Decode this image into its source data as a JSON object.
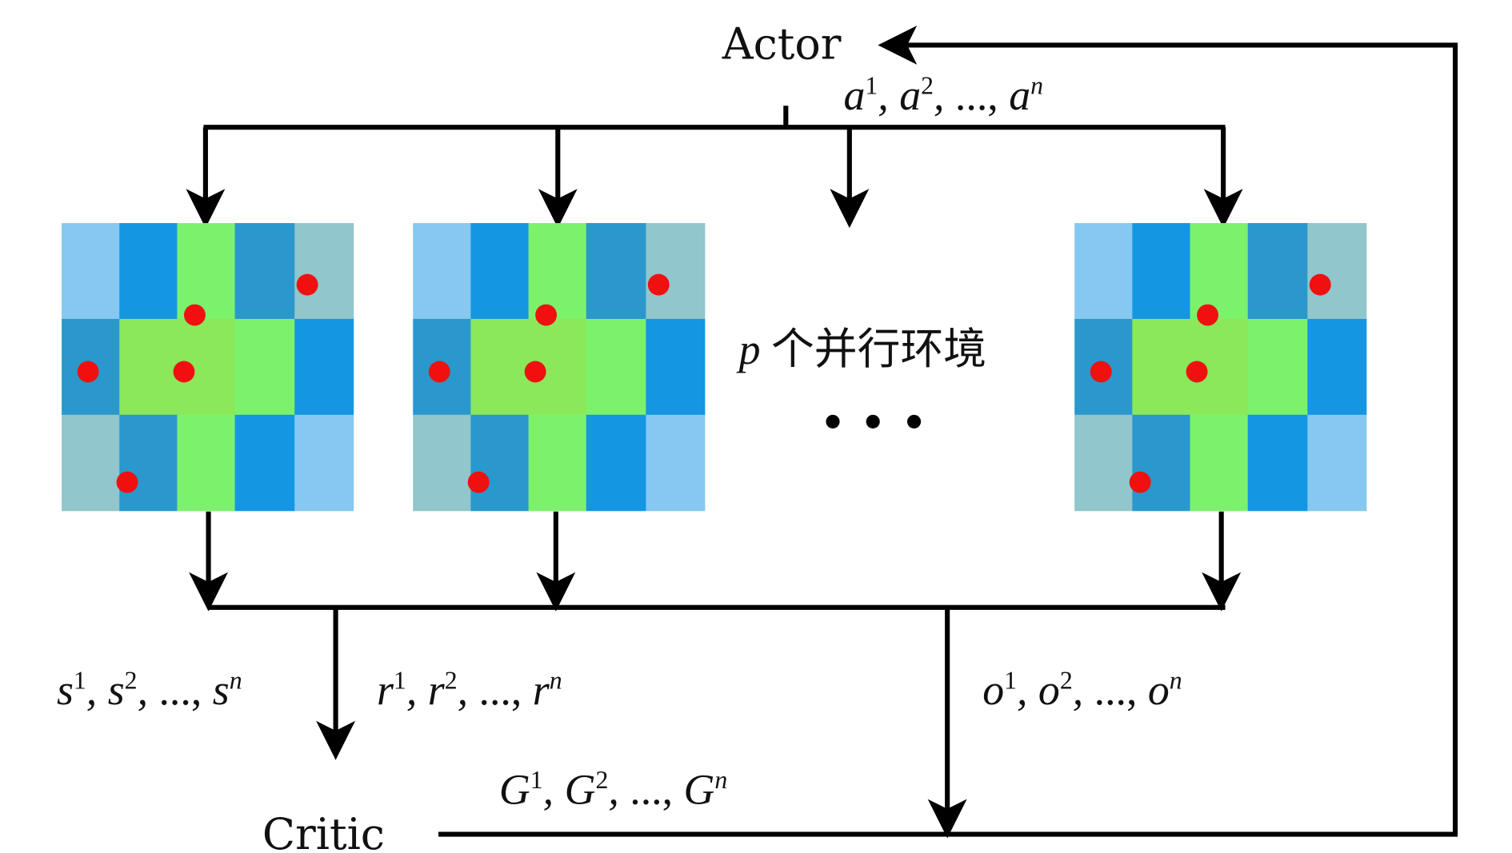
{
  "actor_label": "Actor",
  "critic_label": "Critic",
  "env_label": {
    "var": "p",
    "text": "个并行环境"
  },
  "actions": {
    "var": "a",
    "s1": "1",
    "s2": "2",
    "sn": "n",
    "sep": ",",
    "ellipsis": "...,"
  },
  "states": {
    "var": "s",
    "s1": "1",
    "s2": "2",
    "sn": "n",
    "sep": ",",
    "ellipsis": "...,"
  },
  "rewards": {
    "var": "r",
    "s1": "1",
    "s2": "2",
    "sn": "n",
    "sep": ",",
    "ellipsis": "...,"
  },
  "observations": {
    "var": "o",
    "s1": "1",
    "s2": "2",
    "sn": "n",
    "sep": ",",
    "ellipsis": "...,"
  },
  "returns": {
    "var": "G",
    "s1": "1",
    "s2": "2",
    "sn": "n",
    "sep": ",",
    "ellipsis": "...,"
  },
  "colors": {
    "light_blue": "#86c8f0",
    "blue": "#1496e2",
    "teal_blue": "#2a98cc",
    "grey_teal": "#90c6cc",
    "green": "#7cf26c",
    "yellow_green": "#8ae85a",
    "agent_dot": "#f01010"
  },
  "grid": [
    [
      "light_blue",
      "blue",
      "green",
      "teal_blue",
      "grey_teal"
    ],
    [
      "teal_blue",
      "yellow_green",
      "yellow_green",
      "green",
      "blue"
    ],
    [
      "grey_teal",
      "teal_blue",
      "green",
      "blue",
      "light_blue"
    ]
  ],
  "agents_per_env": 5
}
